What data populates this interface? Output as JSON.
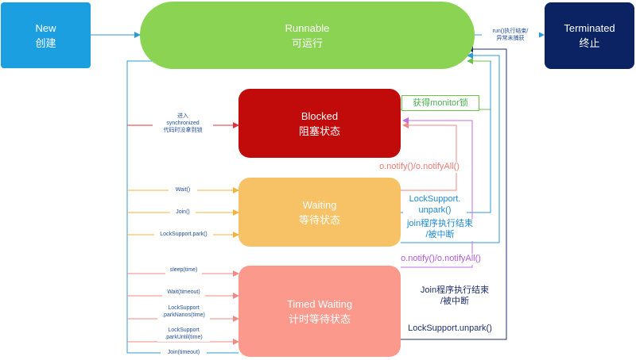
{
  "states": {
    "new": {
      "line1": "New",
      "line2": "创建",
      "color": "#1b9fe0"
    },
    "runnable": {
      "line1": "Runnable",
      "line2": "可运行",
      "color": "#8bd352"
    },
    "terminated": {
      "line1": "Terminated",
      "line2": "终止",
      "color": "#0c2363"
    },
    "blocked": {
      "line1": "Blocked",
      "line2": "阻塞状态",
      "color": "#c10b0b"
    },
    "waiting": {
      "line1": "Waiting",
      "line2": "等待状态",
      "color": "#f6c265"
    },
    "timed_waiting": {
      "line1": "Timed Waiting",
      "line2": "计时等待状态",
      "color": "#fb9a8c"
    }
  },
  "labels": {
    "run_end": {
      "line1": "run()执行结束/",
      "line2": "异常未捕获"
    },
    "enter_sync": {
      "line1": "进入",
      "line2": "synchronized",
      "line3": "代码时没拿到锁"
    },
    "acquire_monitor": "获得monitor锁",
    "notify_blocked": "o.notify()/o.notifyAll()",
    "wait": "Wait()",
    "join": "Join()",
    "park": "LockSupport.park()",
    "unpark_waiting": {
      "line1": "LockSupport.",
      "line2": "unpark()"
    },
    "join_end_waiting": {
      "line1": "join程序执行结束",
      "line2": "/被中断"
    },
    "notify_timed": "o.notify()/o.notifyAll()",
    "sleep_time": "sleep(time)",
    "wait_timeout": "Wait(timeout)",
    "park_nanos": {
      "line1": "LockSupport",
      "line2": ".parkNanos(time)"
    },
    "park_until": {
      "line1": "LockSupport",
      "line2": ".parkUntil(time)"
    },
    "join_timeout": "Join(timeout)",
    "join_end_timed": {
      "line1": "Join程序执行结束",
      "line2": "/被中断"
    },
    "unpark_timed": "LockSupport.unpark()"
  },
  "colors": {
    "arrow_blue": "#2e9bd6",
    "arrow_red": "#e0323c",
    "arrow_orange": "#f3b33d",
    "arrow_pink": "#f08a84",
    "arrow_green": "#6cc24a",
    "arrow_purple": "#c46ee0",
    "arrow_navy": "#1d2f6b",
    "text_blue": "#1f4e9c",
    "text_green": "#4caf50",
    "text_pink": "#f07b72",
    "text_cyan": "#1f8ad6",
    "text_purple": "#b45ad8",
    "text_navy": "#1d2f6b"
  }
}
